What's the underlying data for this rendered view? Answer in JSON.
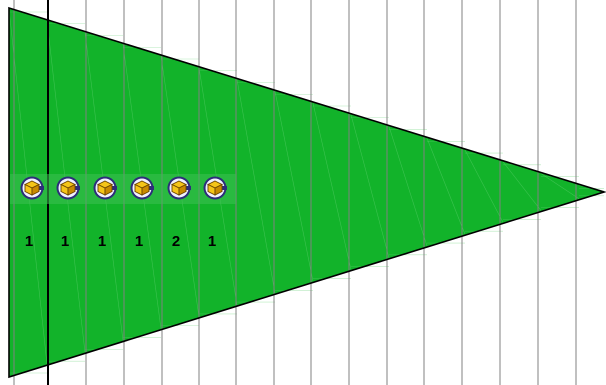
{
  "game": {
    "board": {
      "shape": "triangle-pointing-right",
      "fill_color": "#12b32a",
      "outline_color": "#000000",
      "grid_line_color": "#808080",
      "active_column_line_color": "#000000",
      "column_count": 16
    },
    "pieces": [
      {
        "icon": "cube-token-icon",
        "count": "1"
      },
      {
        "icon": "cube-token-icon",
        "count": "1"
      },
      {
        "icon": "cube-token-icon",
        "count": "1"
      },
      {
        "icon": "cube-token-icon",
        "count": "1"
      },
      {
        "icon": "cube-token-icon",
        "count": "2"
      },
      {
        "icon": "cube-token-icon",
        "count": "1"
      }
    ],
    "token_colors": {
      "outer_ring": "#2d2d7a",
      "inner_ring": "#f2f2ff",
      "cube_top": "#f5c518",
      "cube_side": "#c98a00",
      "cube_edge": "#6b4500"
    },
    "count_text_color": "#000000"
  }
}
